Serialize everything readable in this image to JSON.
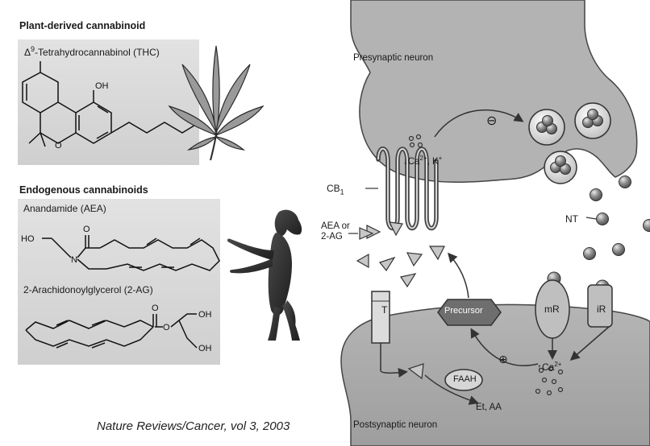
{
  "sections": {
    "plant_header": "Plant-derived cannabinoid",
    "thc_label_prefix": "Δ",
    "thc_label_sup": "9",
    "thc_label_rest": "-Tetrahydrocannabinol (THC)",
    "endo_header": "Endogenous cannabinoids",
    "aea_label": "Anandamide (AEA)",
    "ag_label": "2-Arachidonoylglycerol (2-AG)"
  },
  "chem_labels": {
    "thc_oh": "OH",
    "thc_o": "O",
    "aea_ho": "HO",
    "aea_n": "N",
    "aea_o": "O",
    "ag_o_ring": "O",
    "ag_o_ester": "O",
    "ag_oh_1": "OH",
    "ag_oh_2": "OH"
  },
  "synapse": {
    "presynaptic": "Presynaptic neuron",
    "postsynaptic": "Postsynaptic neuron",
    "cb1_main": "CB",
    "cb1_sub": "1",
    "ligand_line1": "AEA or",
    "ligand_line2": "2-AG",
    "ion_line_prefix": "↓Ca",
    "ion_line_sup": "2+",
    "ion_line_rest": ", K",
    "ion_line_sup2": "+",
    "inhibit_sign": "⊖",
    "nt": "NT",
    "precursor": "Precursor",
    "mr": "mR",
    "ir": "iR",
    "transporter": "T",
    "faah": "FAAH",
    "products": "Et, AA",
    "ca_post_prefix": "↑Ca",
    "ca_post_sup": "2+",
    "plus_sign": "⊕"
  },
  "citation": "Nature Reviews/Cancer, vol 3, 2003"
}
